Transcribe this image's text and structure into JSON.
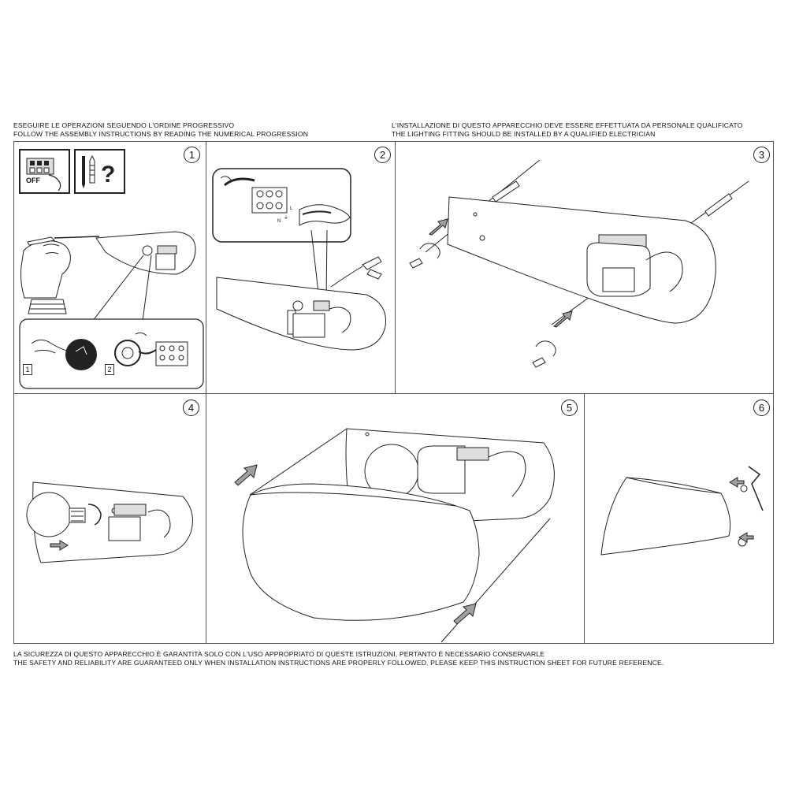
{
  "header": {
    "left_it": "ESEGUIRE LE OPERAZIONI SEGUENDO L'ORDINE PROGRESSIVO",
    "left_en": "FOLLOW THE ASSEMBLY INSTRUCTIONS BY READING THE NUMERICAL PROGRESSION",
    "right_it": "L'INSTALLAZIONE DI QUESTO APPARECCHIO DEVE ESSERE EFFETTUATA DA PERSONALE QUALIFICATO",
    "right_en": "THE LIGHTING FITTING SHOULD BE INSTALLED BY A QUALIFIED ELECTRICIAN"
  },
  "footer": {
    "it": "LA SICUREZZA DI QUESTO APPARECCHIO È GARANTITA SOLO CON L'USO APPROPRIATO DI QUESTE ISTRUZIONI, PERTANTO È NECESSARIO CONSERVARLE",
    "en": "THE SAFETY AND RELIABILITY ARE GUARANTEED ONLY WHEN INSTALLATION INSTRUCTIONS ARE PROPERLY FOLLOWED. PLEASE KEEP THIS INSTRUCTION SHEET FOR FUTURE REFERENCE."
  },
  "steps": [
    "1",
    "2",
    "3",
    "4",
    "5",
    "6"
  ],
  "step1": {
    "off_label": "OFF",
    "question_mark": "?",
    "sub_steps": [
      "1",
      "2"
    ]
  },
  "step2": {
    "terminal_labels": [
      "N",
      "⏚",
      "L"
    ]
  },
  "colors": {
    "line": "#222222",
    "arrow_fill": "#a0a0a0",
    "panel_border": "#555555"
  },
  "icons": [
    "power-switch-icon",
    "screw-and-plug-icon",
    "question-icon",
    "screwdriver-icon",
    "arrow-icon",
    "bulb-icon",
    "hex-key-icon"
  ]
}
